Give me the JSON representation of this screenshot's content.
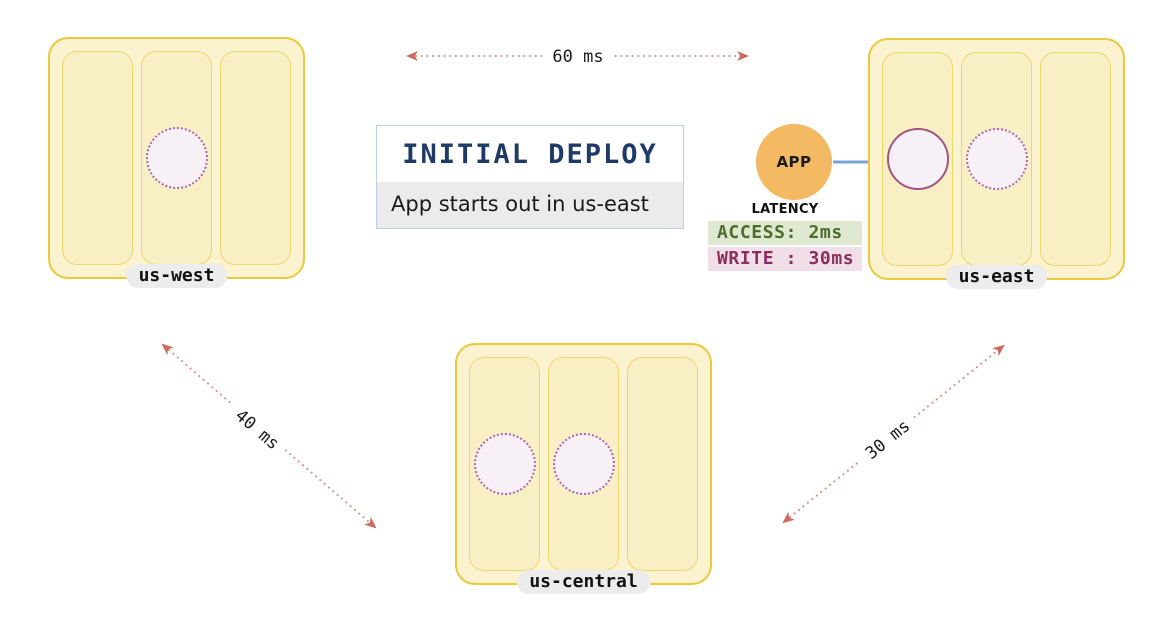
{
  "diagram": {
    "title_card": {
      "title": "INITIAL DEPLOY",
      "subtitle": "App starts out in us-east"
    },
    "regions": [
      {
        "label": "us-west",
        "columns": [
          {
            "node": null
          },
          {
            "node": "dotted"
          },
          {
            "node": null
          }
        ]
      },
      {
        "label": "us-east",
        "columns": [
          {
            "node": "solid"
          },
          {
            "node": "dotted"
          },
          {
            "node": null
          }
        ]
      },
      {
        "label": "us-central",
        "columns": [
          {
            "node": "dotted"
          },
          {
            "node": "dotted"
          },
          {
            "node": null
          }
        ]
      }
    ],
    "arrows": [
      {
        "from": "us-west",
        "to": "us-east",
        "label": "60 ms"
      },
      {
        "from": "us-west",
        "to": "us-central",
        "label": "40 ms"
      },
      {
        "from": "us-east",
        "to": "us-central",
        "label": "30 ms"
      }
    ],
    "app": {
      "label": "APP"
    },
    "legend": {
      "heading": "LATENCY",
      "rows": [
        {
          "name": "access",
          "text": "ACCESS: 2ms"
        },
        {
          "name": "write",
          "text": "WRITE : 30ms"
        }
      ]
    },
    "colors": {
      "region_fill": "#fbf2d0",
      "region_border": "#ecc83d",
      "column_fill": "#f8efc4",
      "column_border": "#eed76a",
      "db_node_fill": "#f7f0f6",
      "db_node_dotted_border": "#b1659a",
      "db_node_solid_border": "#a35480",
      "latency_arrow": "#cd6a5e",
      "app_fill": "#f3ba63",
      "app_arrow": "#79a2d8",
      "title_text": "#1e3a66",
      "title_border": "#b9cfe8",
      "subtitle_bg": "#ebebeb",
      "access_bg": "#dfe8d1",
      "access_text": "#4c6e2b",
      "write_bg": "#f0dee8",
      "write_text": "#8c2e5d",
      "label_pill_bg": "#ececec"
    }
  }
}
